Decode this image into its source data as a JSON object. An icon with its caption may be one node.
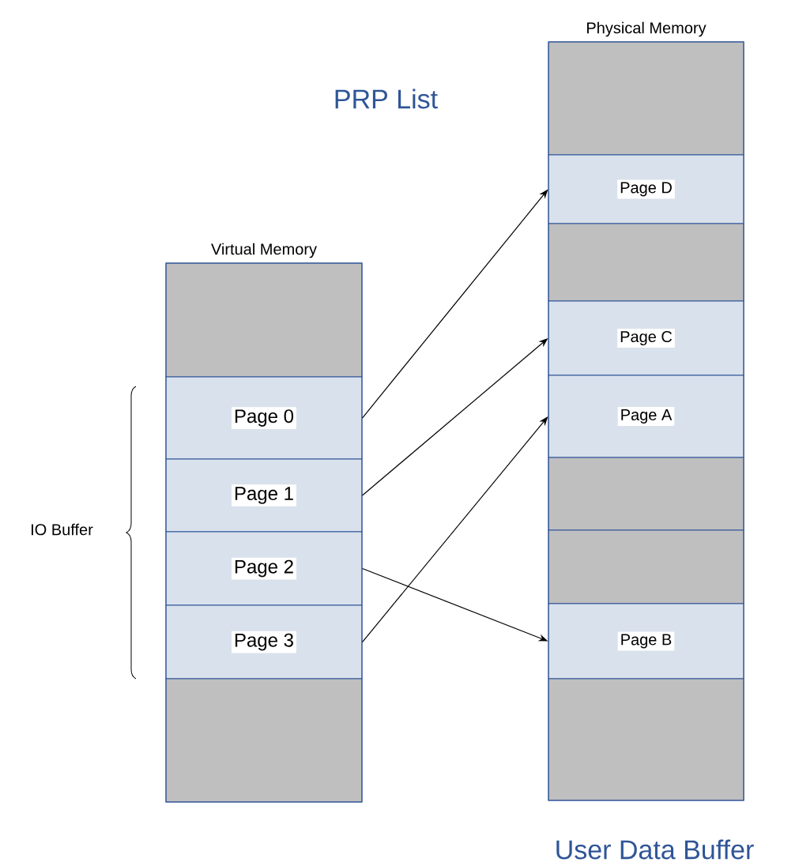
{
  "diagram": {
    "nodes": [
      {
        "text": [
          "Physical Memory"
        ]
      },
      {
        "text": [],
        "shape": "box",
        "in": 0
      },
      {
        "text": [
          "Page D"
        ],
        "in": 0
      },
      {
        "text": [],
        "shape": "box",
        "in": 0
      },
      {
        "text": [
          "Page C"
        ],
        "in": 0
      },
      {
        "text": [
          "Page A"
        ],
        "in": 0
      },
      {
        "text": [],
        "shape": "box",
        "in": 0
      },
      {
        "text": [],
        "shape": "box",
        "in": 0
      },
      {
        "text": [
          "Page B"
        ],
        "in": 0
      },
      {
        "text": [],
        "shape": "box",
        "in": 0
      },
      {
        "text": [
          "Virtual Memory"
        ]
      },
      {
        "text": [],
        "shape": "box",
        "in": 10
      },
      {
        "text": [
          "Page 0"
        ],
        "in": 10
      },
      {
        "text": [
          "Page 1"
        ],
        "in": 10
      },
      {
        "text": [
          "Page 2"
        ],
        "in": 10
      },
      {
        "text": [
          "Page 3"
        ],
        "in": 10
      },
      {
        "text": [],
        "shape": "box",
        "in": 10
      }
    ],
    "edges": [
      {
        "from": 12,
        "to": 2,
        "arrow": "to"
      },
      {
        "from": 13,
        "to": 4,
        "arrow": "to"
      },
      {
        "from": 14,
        "to": 8,
        "arrow": "to"
      },
      {
        "from": 15,
        "to": 5,
        "arrow": "to"
      }
    ],
    "labels": [
      "PRP List",
      "IO Buffer",
      "User Data Buffer"
    ]
  }
}
